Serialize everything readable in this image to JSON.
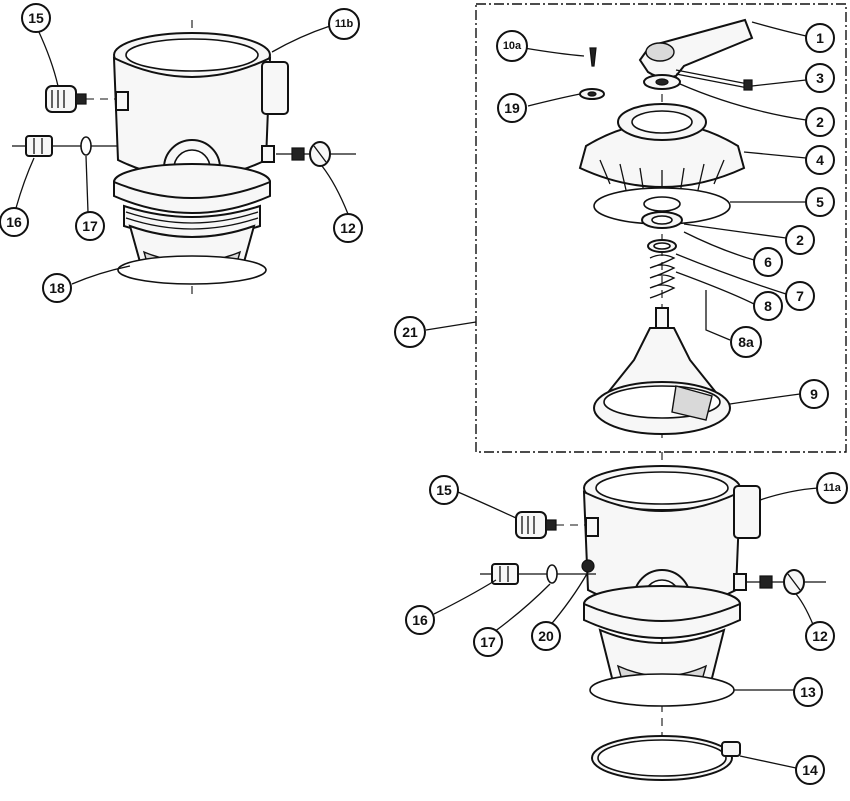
{
  "diagram": {
    "labels": {
      "p1": "1",
      "p2a": "2",
      "p2b": "2",
      "p3": "3",
      "p4": "4",
      "p5": "5",
      "p6": "6",
      "p7": "7",
      "p8": "8",
      "p8a": "8a",
      "p9": "9",
      "p10a": "10a",
      "p11a": "11a",
      "p11b": "11b",
      "p12a": "12",
      "p12b": "12",
      "p13": "13",
      "p14": "14",
      "p15a": "15",
      "p15b": "15",
      "p16a": "16",
      "p16b": "16",
      "p17a": "17",
      "p17b": "17",
      "p18": "18",
      "p19": "19",
      "p20": "20",
      "p21": "21"
    }
  }
}
